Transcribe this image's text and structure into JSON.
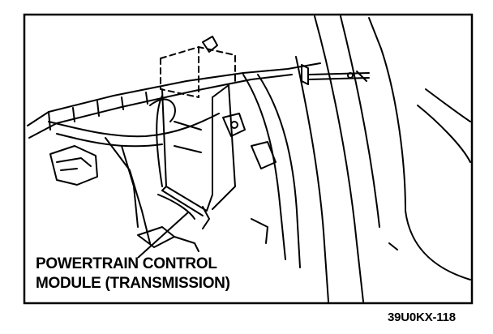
{
  "diagram": {
    "callout": [
      "POWERTRAIN CONTROL",
      "MODULE (TRANSMISSION)"
    ],
    "figure_code": "39U0KX-118",
    "ink_color": "#000000",
    "background_color": "#ffffff"
  }
}
